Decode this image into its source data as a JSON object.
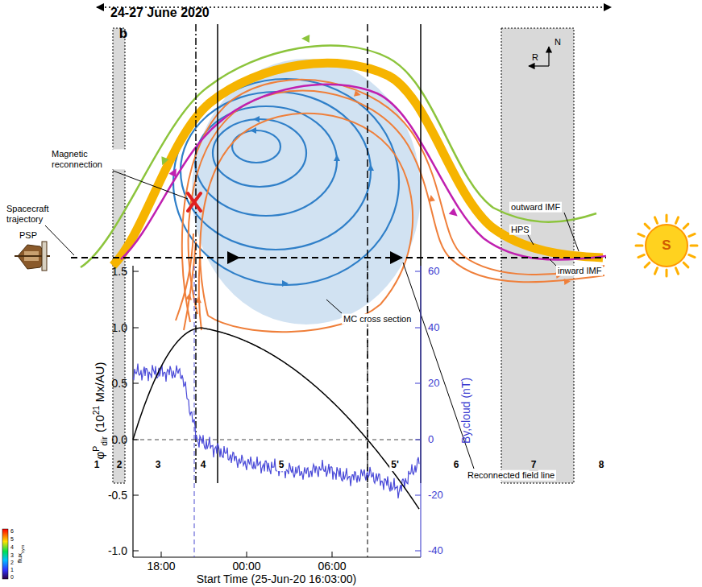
{
  "diagram": {
    "title": "24-27 June 2020",
    "nodes": [
      {
        "text": [
          "S"
        ]
      }
    ],
    "labels": [
      "b",
      "Magnetic reconnection",
      "Spacecraft trajectory",
      "PSP",
      "MC cross section",
      "Reconnected field line",
      "N",
      "R",
      "outward IMF",
      "HPS",
      "inward IMF",
      "1",
      "2",
      "3",
      "4",
      "5",
      "5'",
      "6",
      "7",
      "8",
      "1.5",
      "1.0",
      "0.5",
      "0.0",
      "-0.5",
      "-1.0",
      "60",
      "40",
      "20",
      "0",
      "-20",
      "-40",
      "18:00",
      "00:00",
      "06:00",
      "φ",
      "P",
      "dir",
      "(10",
      "21",
      "Mx/AU)",
      "By,cloud (nT)",
      "Start Time (25-Jun-20 16:03:00)",
      "6",
      "5",
      "4",
      "3",
      "2",
      "1",
      "0",
      "flux",
      "sym"
    ]
  }
}
